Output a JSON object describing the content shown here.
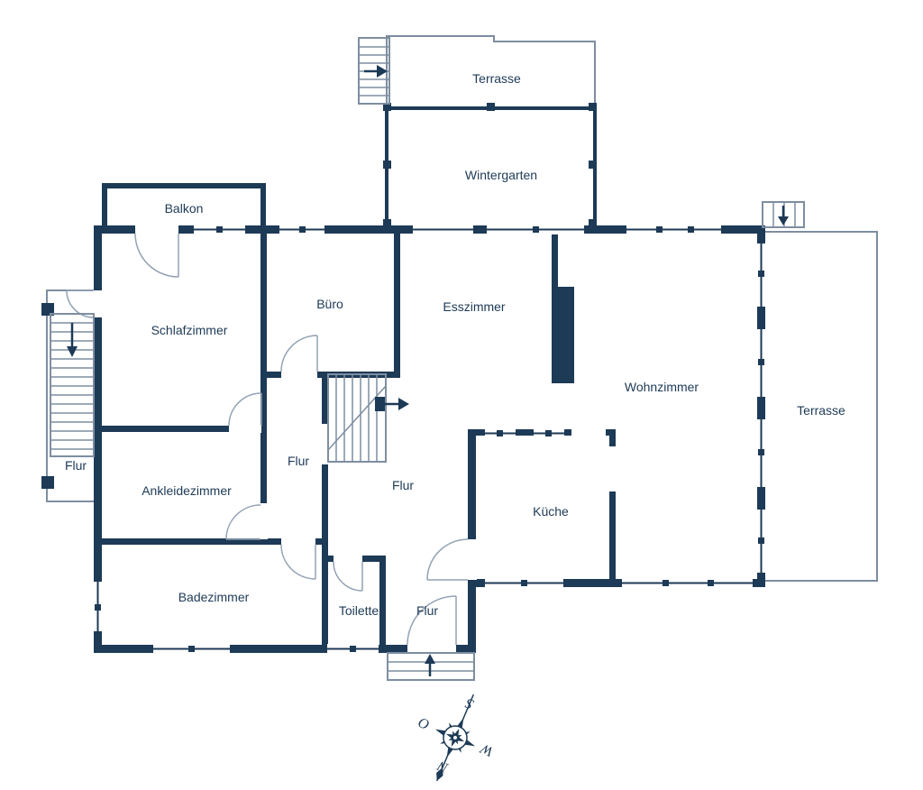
{
  "rooms": {
    "terrasse_top": {
      "label": "Terrasse"
    },
    "wintergarten": {
      "label": "Wintergarten"
    },
    "balkon": {
      "label": "Balkon"
    },
    "schlafzimmer": {
      "label": "Schlafzimmer"
    },
    "buero": {
      "label": "Büro"
    },
    "esszimmer": {
      "label": "Esszimmer"
    },
    "wohnzimmer": {
      "label": "Wohnzimmer"
    },
    "terrasse_rechts": {
      "label": "Terrasse"
    },
    "flur_links": {
      "label": "Flur"
    },
    "ankleidezimmer": {
      "label": "Ankleidezimmer"
    },
    "flur_mitte": {
      "label": "Flur"
    },
    "flur_treppe": {
      "label": "Flur"
    },
    "kueche": {
      "label": "Küche"
    },
    "badezimmer": {
      "label": "Badezimmer"
    },
    "toilette": {
      "label": "Toilette"
    },
    "flur_eingang": {
      "label": "Flur"
    }
  },
  "compass": {
    "north": "N",
    "east": "O",
    "south": "S",
    "west": "W"
  },
  "colors": {
    "wall": "#1d3a56",
    "thin_line": "#7d8ea1",
    "door_arc": "#93a2b4",
    "background": "#ffffff"
  }
}
